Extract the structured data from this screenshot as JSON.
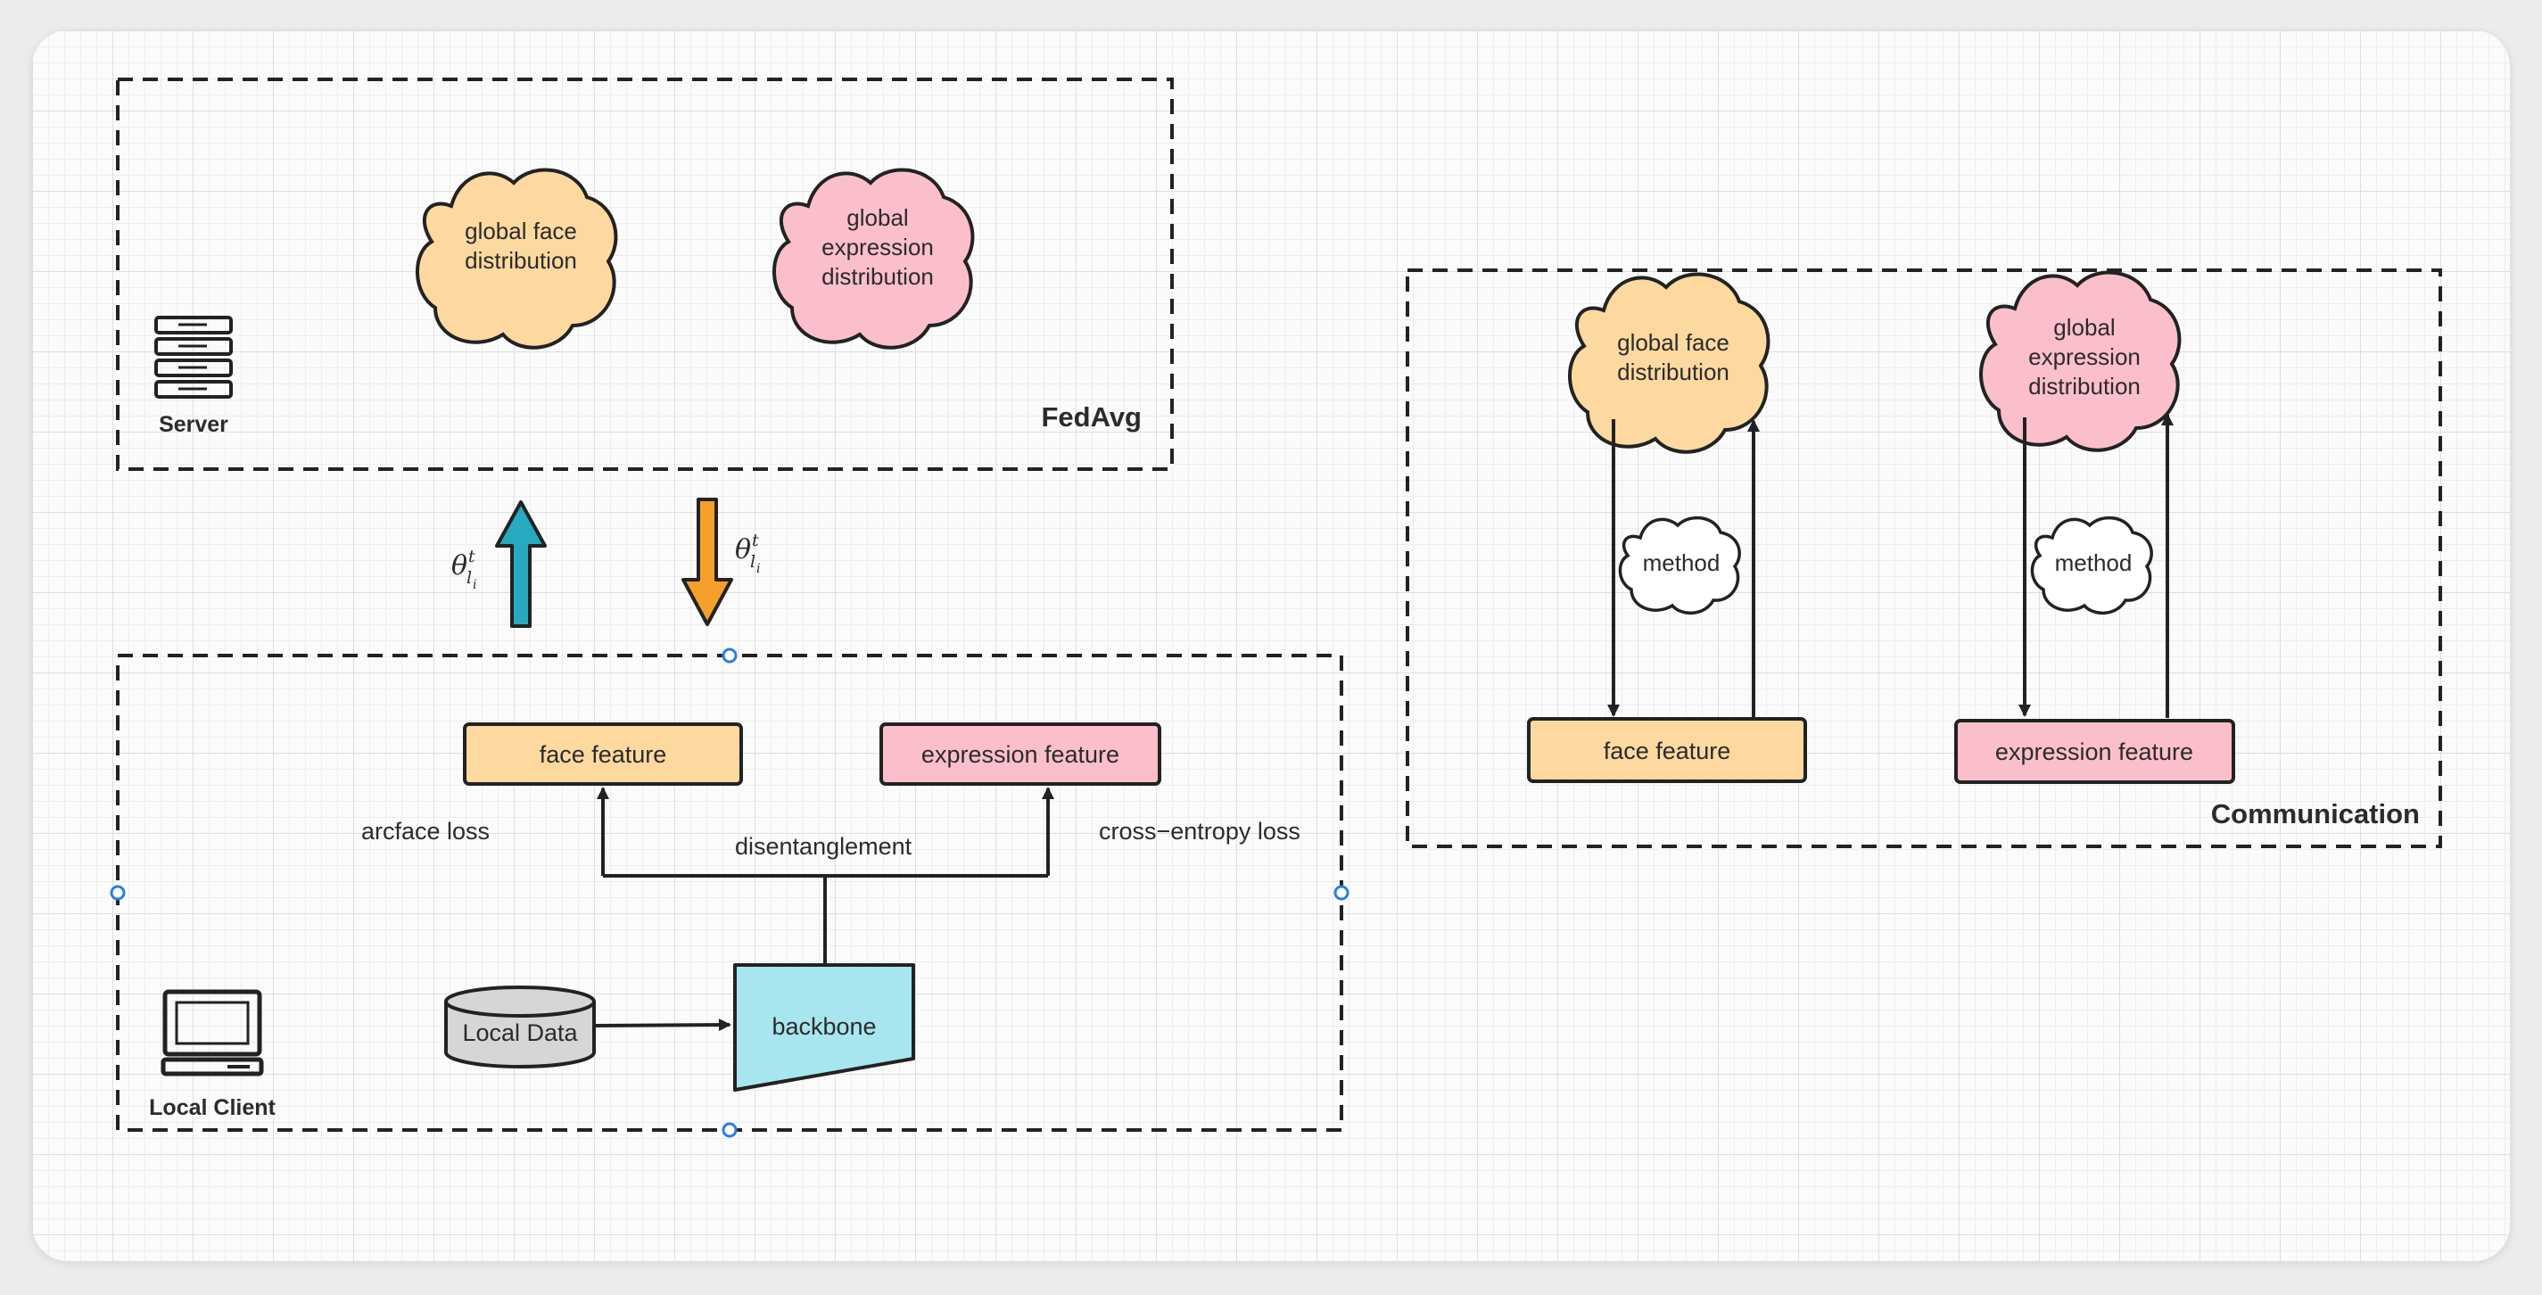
{
  "server": {
    "label": "Server",
    "method_label": "FedAvg",
    "clouds": [
      {
        "line1": "global face",
        "line2": "distribution",
        "color": "#fdd9a0"
      },
      {
        "line1": "global",
        "line2": "expression",
        "line3": "distribution",
        "color": "#fbbfcb"
      }
    ]
  },
  "transfer": {
    "up_color": "#27a9bf",
    "down_color": "#f6a02c",
    "theta_symbol": "θ",
    "theta_sup": "t",
    "theta_sub": "l",
    "theta_subsub": "i"
  },
  "client": {
    "label": "Local Client",
    "face_feature": "face feature",
    "expression_feature": "expression feature",
    "arcface_loss": "arcface loss",
    "disentanglement": "disentanglement",
    "cross_entropy_loss": "cross−entropy loss",
    "local_data": "Local Data",
    "backbone": "backbone",
    "backbone_color": "#a8e6ef",
    "local_data_color": "#d6d6d6"
  },
  "communication": {
    "label": "Communication",
    "face_cloud": {
      "line1": "global face",
      "line2": "distribution"
    },
    "expr_cloud": {
      "line1": "global",
      "line2": "expression",
      "line3": "distribution"
    },
    "method_left": "method",
    "method_right": "method",
    "face_feature": "face feature",
    "expression_feature": "expression feature"
  },
  "colors": {
    "orange_fill": "#fdd9a0",
    "pink_fill": "#fbbfcb",
    "selection_handle": "#2a7fe0"
  }
}
